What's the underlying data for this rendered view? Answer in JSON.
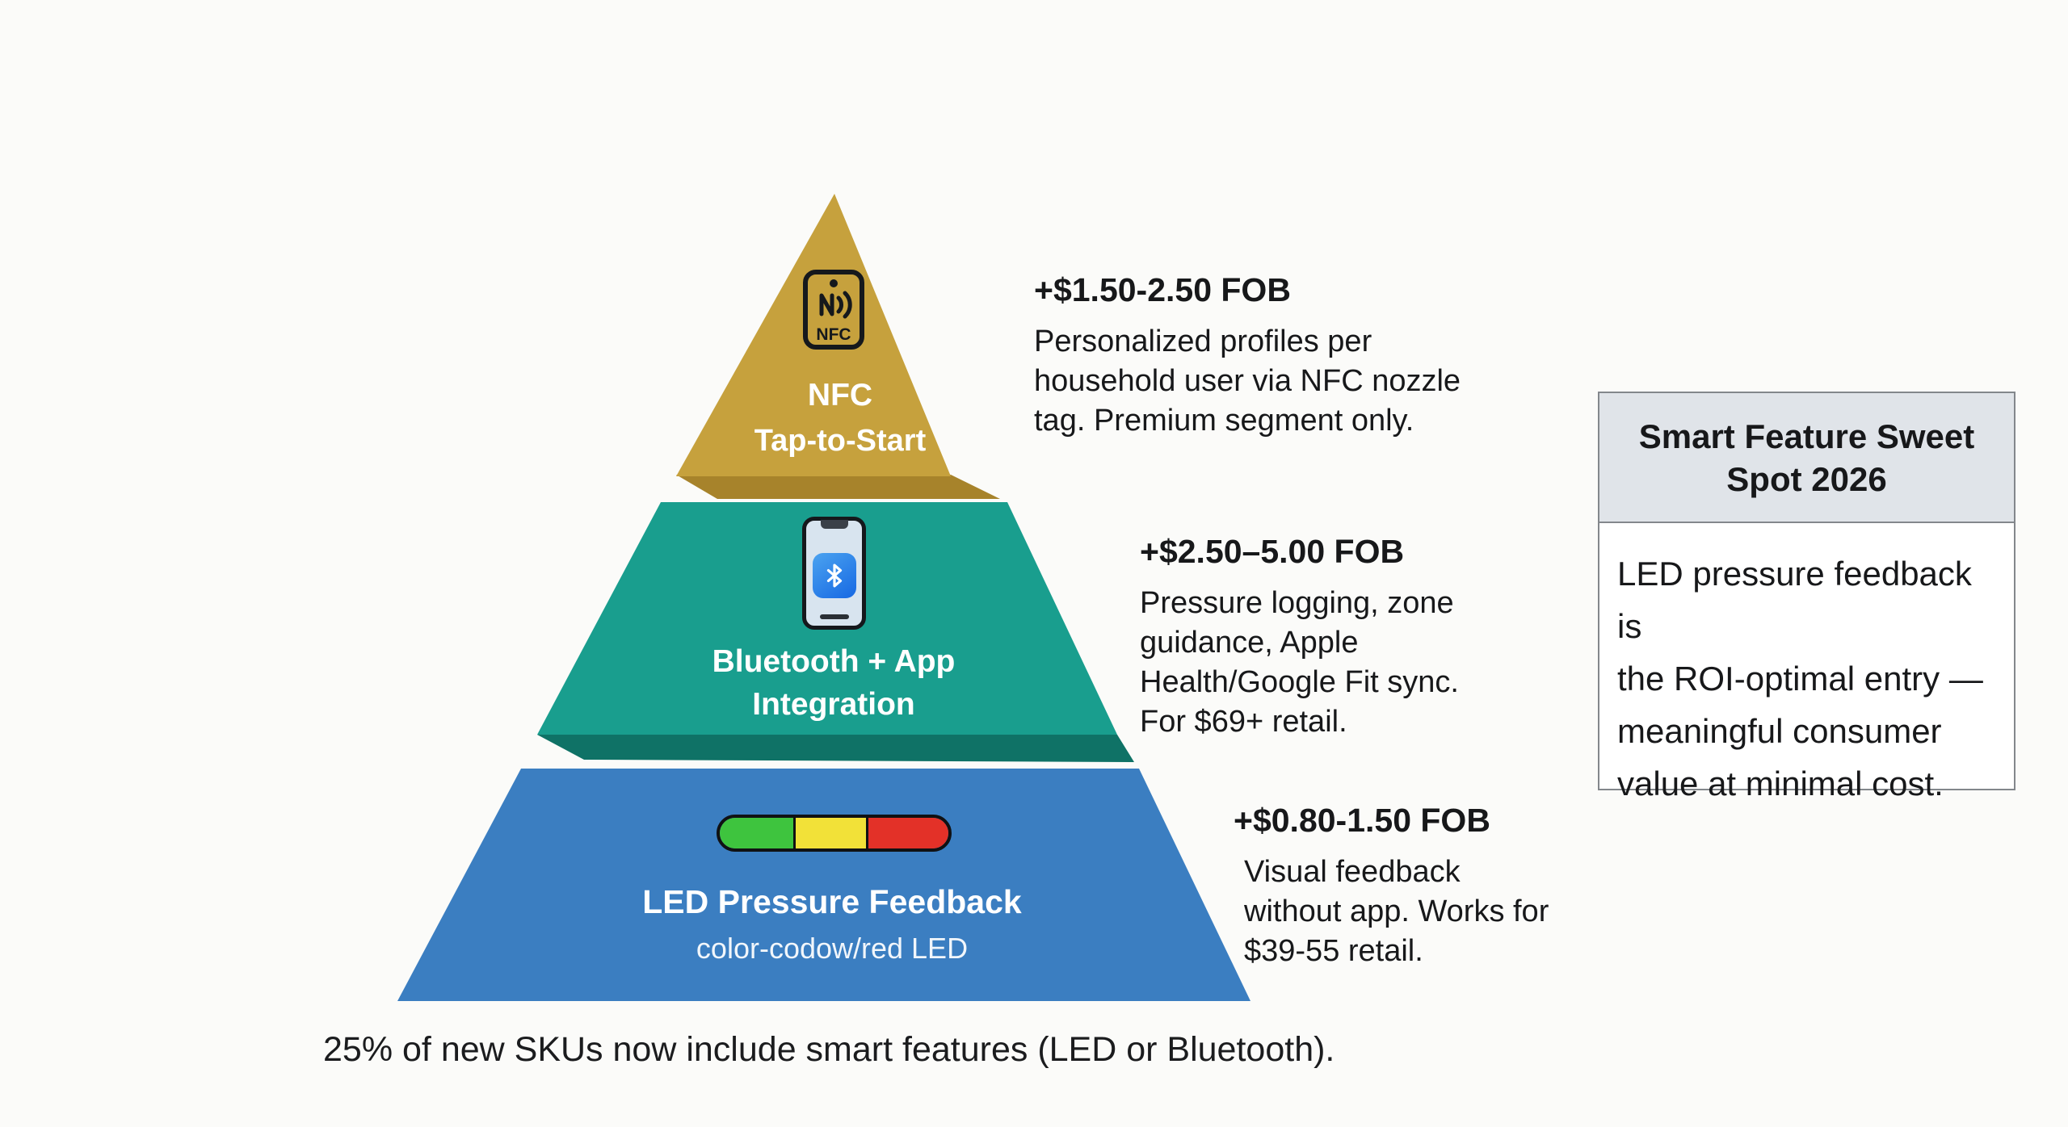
{
  "colors": {
    "bg": "#FBFBF9",
    "gold": "#C6A13D",
    "gold_shadow": "#A7832B",
    "teal": "#199E8E",
    "teal_shadow": "#0F7266",
    "blue": "#3B7EC1",
    "led_green": "#3EC43E",
    "led_yellow": "#F2E138",
    "led_red": "#E33128",
    "phone_screen": "#D8E4EF",
    "bt_icon_top": "#4BA3F0",
    "bt_icon_bottom": "#1668E3",
    "callout_header_bg": "#E0E4E9",
    "callout_border": "#83878C",
    "text": "#17181A"
  },
  "tiers": [
    {
      "name": "nfc",
      "label_line1": "NFC",
      "label_line2": "Tap-to-Start",
      "icon_label": "NFC"
    },
    {
      "name": "bluetooth",
      "label_line1": "Bluetooth + App",
      "label_line2": "Integration"
    },
    {
      "name": "led",
      "label_line1": "LED Pressure Feedback",
      "label_line2": "color-codow/red LED"
    }
  ],
  "annotations": [
    {
      "fob": "+$1.50-2.50 FOB",
      "lines": [
        "Personalized profiles per",
        "household user via NFC nozzle",
        "tag. Premium segment only."
      ]
    },
    {
      "fob": "+$2.50–5.00 FOB",
      "lines": [
        "Pressure logging, zone",
        "guidance, Apple",
        "Health/Google Fit sync.",
        "For $69+ retail."
      ]
    },
    {
      "fob": "+$0.80-1.50 FOB",
      "lines": [
        "Visual feedback",
        "without app. Works for",
        "$39-55 retail."
      ]
    }
  ],
  "callout": {
    "title_line1": "Smart Feature Sweet",
    "title_line2": "Spot 2026",
    "body_lines": [
      "LED pressure feedback is",
      "the ROI-optimal entry —",
      "meaningful consumer",
      "value at minimal cost."
    ]
  },
  "caption": "25% of new SKUs now include smart features (LED or Bluetooth)."
}
